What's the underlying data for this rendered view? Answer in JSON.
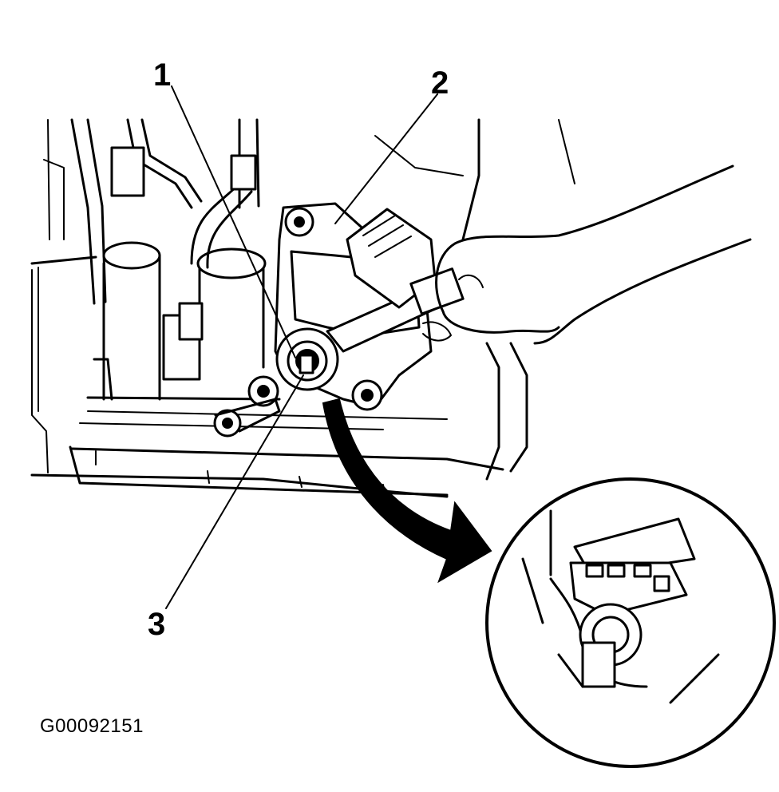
{
  "callouts": [
    {
      "id": "1",
      "label": "1"
    },
    {
      "id": "2",
      "label": "2"
    },
    {
      "id": "3",
      "label": "3"
    }
  ],
  "figure_id": "G00092151",
  "colors": {
    "ink": "#000000",
    "paper": "#ffffff"
  },
  "icons": {
    "main": "transmission-valve-body-illustration",
    "hand": "hand-icon",
    "detail": "magnified-detail-inset",
    "arrow": "curved-arrow-icon"
  }
}
